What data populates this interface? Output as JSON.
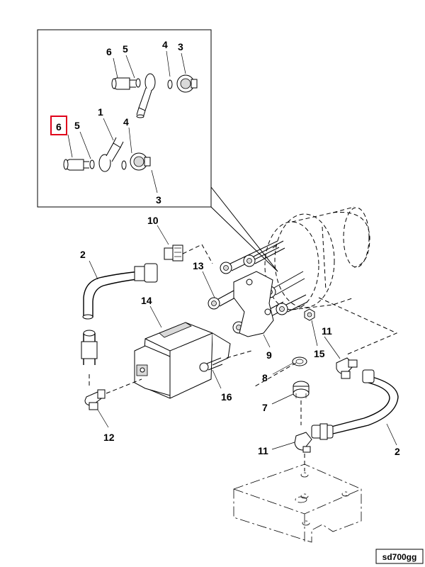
{
  "figure_id": "sd700gg",
  "highlight_color": "#e0001b",
  "inset_callouts": [
    {
      "id": "inset-6-top",
      "label": "6"
    },
    {
      "id": "inset-5-top",
      "label": "5"
    },
    {
      "id": "inset-4-top",
      "label": "4"
    },
    {
      "id": "inset-3-top",
      "label": "3"
    },
    {
      "id": "inset-6-bottom",
      "label": "6",
      "highlighted": true
    },
    {
      "id": "inset-5-bottom",
      "label": "5"
    },
    {
      "id": "inset-1",
      "label": "1"
    },
    {
      "id": "inset-4-bottom",
      "label": "4"
    },
    {
      "id": "inset-3-bottom",
      "label": "3"
    }
  ],
  "main_callouts": [
    {
      "id": "callout-10",
      "label": "10"
    },
    {
      "id": "callout-2-left",
      "label": "2"
    },
    {
      "id": "callout-13",
      "label": "13"
    },
    {
      "id": "callout-14",
      "label": "14"
    },
    {
      "id": "callout-11-right",
      "label": "11"
    },
    {
      "id": "callout-9",
      "label": "9"
    },
    {
      "id": "callout-15",
      "label": "15"
    },
    {
      "id": "callout-8",
      "label": "8"
    },
    {
      "id": "callout-16",
      "label": "16"
    },
    {
      "id": "callout-7",
      "label": "7"
    },
    {
      "id": "callout-12",
      "label": "12"
    },
    {
      "id": "callout-11-bottom",
      "label": "11"
    },
    {
      "id": "callout-2-right",
      "label": "2"
    }
  ]
}
